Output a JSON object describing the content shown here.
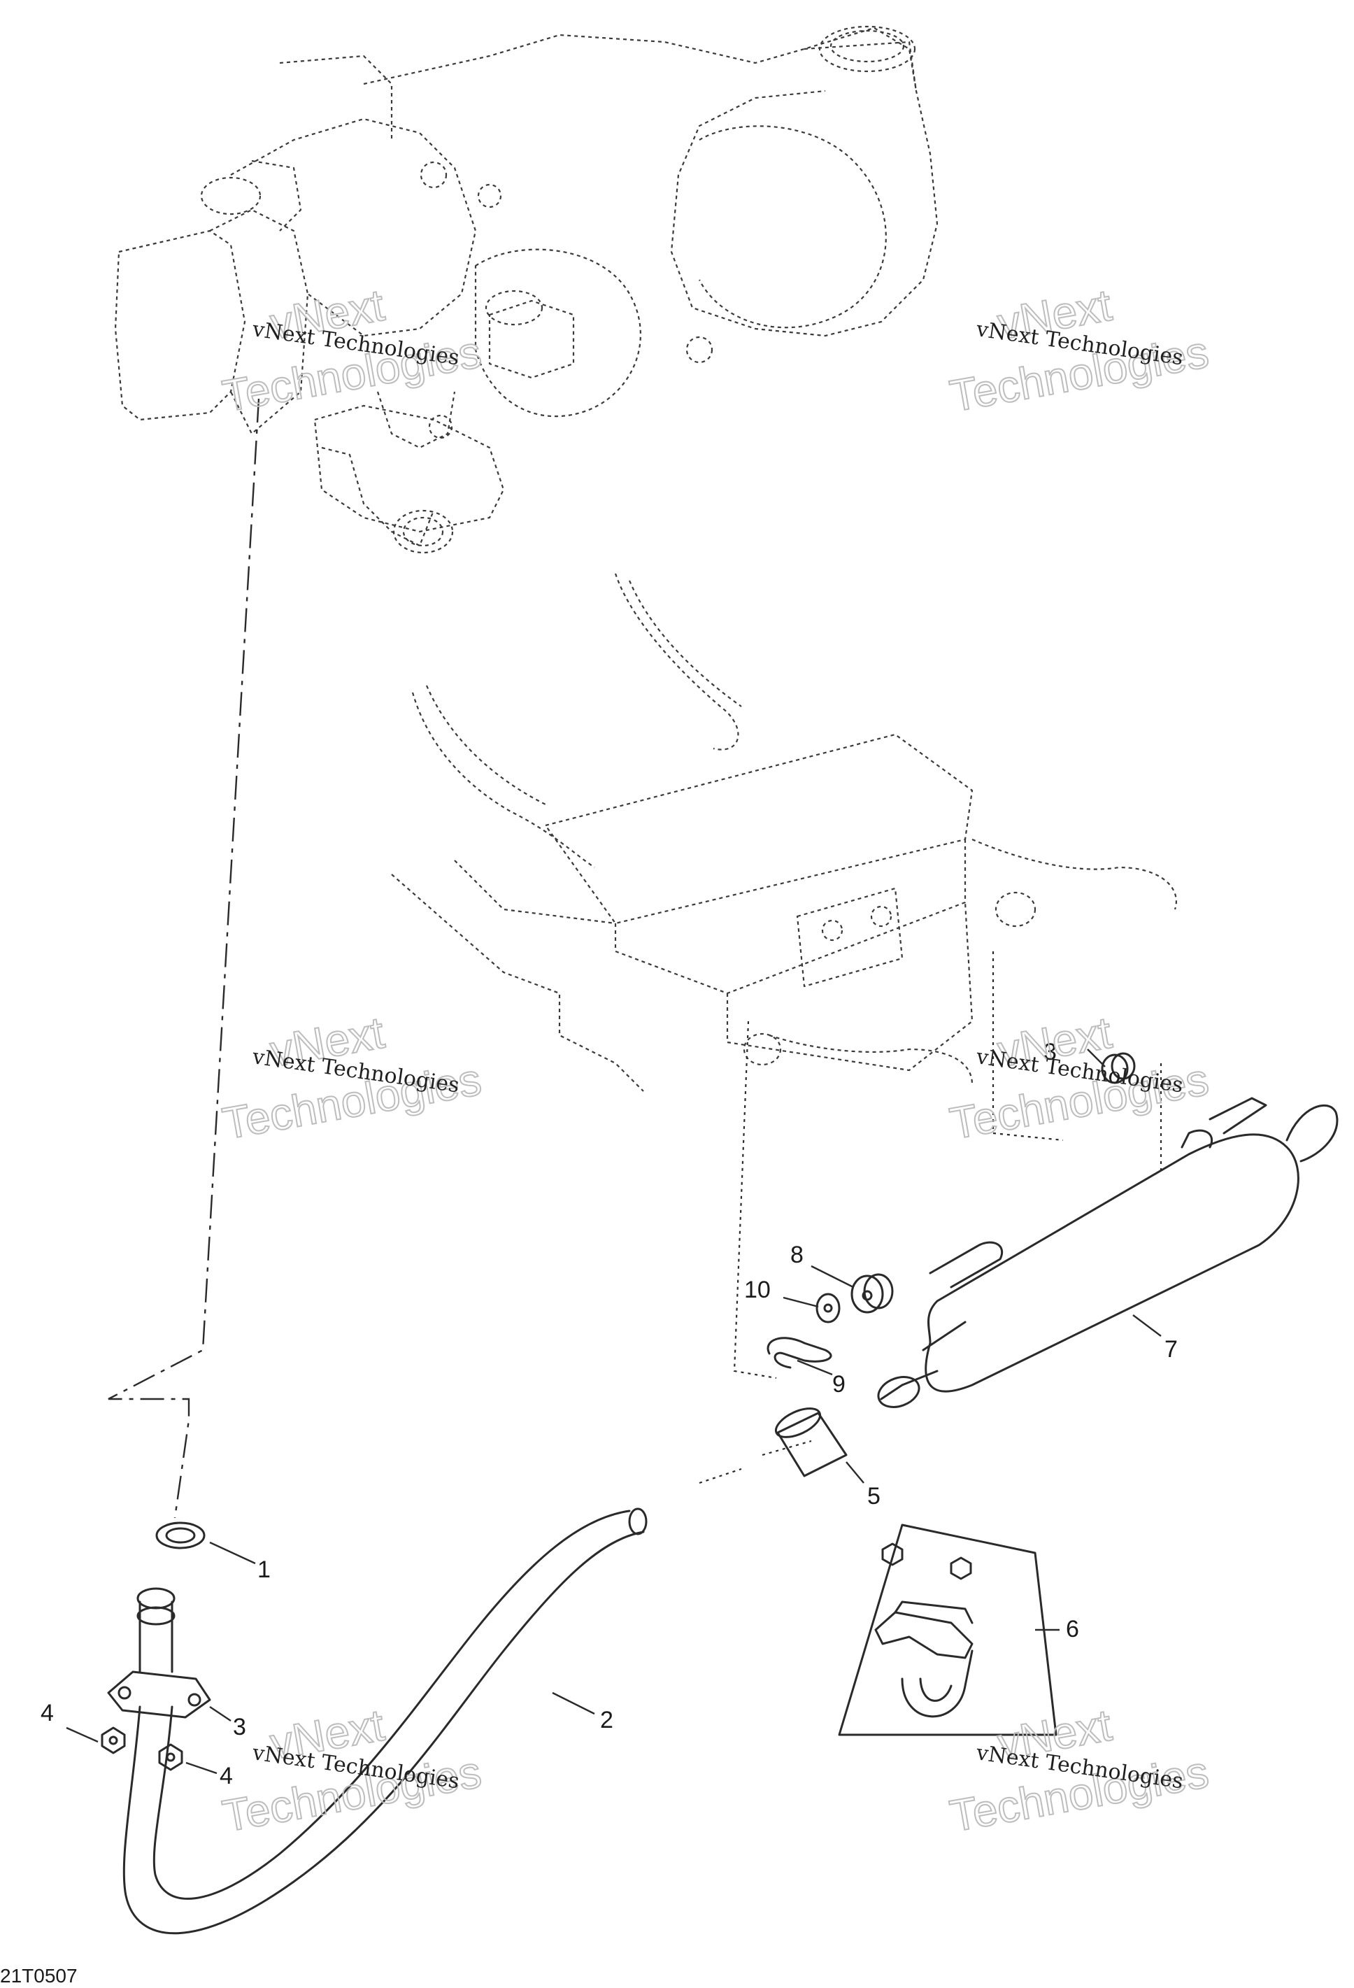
{
  "diagram": {
    "reference_code": "21T0507",
    "watermark": {
      "brand": "vNext",
      "line": "vNext Technologies",
      "sub": "Technologies"
    },
    "callouts": [
      {
        "id": "c1",
        "label": "1"
      },
      {
        "id": "c2",
        "label": "2"
      },
      {
        "id": "c3a",
        "label": "3"
      },
      {
        "id": "c3b",
        "label": "3"
      },
      {
        "id": "c4a",
        "label": "4"
      },
      {
        "id": "c4b",
        "label": "4"
      },
      {
        "id": "c5",
        "label": "5"
      },
      {
        "id": "c6",
        "label": "6"
      },
      {
        "id": "c7",
        "label": "7"
      },
      {
        "id": "c8",
        "label": "8"
      },
      {
        "id": "c9",
        "label": "9"
      },
      {
        "id": "c10",
        "label": "10"
      }
    ]
  }
}
